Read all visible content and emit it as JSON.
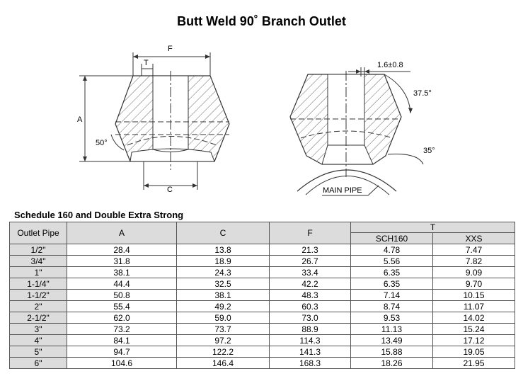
{
  "title": "Butt Weld 90˚ Branch Outlet",
  "drawing": {
    "left_labels": {
      "F": "F",
      "T": "T",
      "A": "A",
      "angle": "50°",
      "C": "C"
    },
    "right_labels": {
      "tol": "1.6±0.8",
      "angle1": "37.5°",
      "angle2": "35°",
      "main_pipe": "MAIN PIPE"
    }
  },
  "table": {
    "heading": "Schedule 160 and Double Extra Strong",
    "headers": {
      "outlet": "Outlet Pipe",
      "a": "A",
      "c": "C",
      "f": "F",
      "t": "T",
      "sch160": "SCH160",
      "xxs": "XXS"
    },
    "rows": [
      [
        "1/2\"",
        "28.4",
        "13.8",
        "21.3",
        "4.78",
        "7.47"
      ],
      [
        "3/4\"",
        "31.8",
        "18.9",
        "26.7",
        "5.56",
        "7.82"
      ],
      [
        "1\"",
        "38.1",
        "24.3",
        "33.4",
        "6.35",
        "9.09"
      ],
      [
        "1-1/4\"",
        "44.4",
        "32.5",
        "42.2",
        "6.35",
        "9.70"
      ],
      [
        "1-1/2\"",
        "50.8",
        "38.1",
        "48.3",
        "7.14",
        "10.15"
      ],
      [
        "2\"",
        "55.4",
        "49.2",
        "60.3",
        "8.74",
        "11.07"
      ],
      [
        "2-1/2\"",
        "62.0",
        "59.0",
        "73.0",
        "9.53",
        "14.02"
      ],
      [
        "3\"",
        "73.2",
        "73.7",
        "88.9",
        "11.13",
        "15.24"
      ],
      [
        "4\"",
        "84.1",
        "97.2",
        "114.3",
        "13.49",
        "17.12"
      ],
      [
        "5\"",
        "94.7",
        "122.2",
        "141.3",
        "15.88",
        "19.05"
      ],
      [
        "6\"",
        "104.6",
        "146.4",
        "168.3",
        "18.26",
        "21.95"
      ]
    ]
  }
}
